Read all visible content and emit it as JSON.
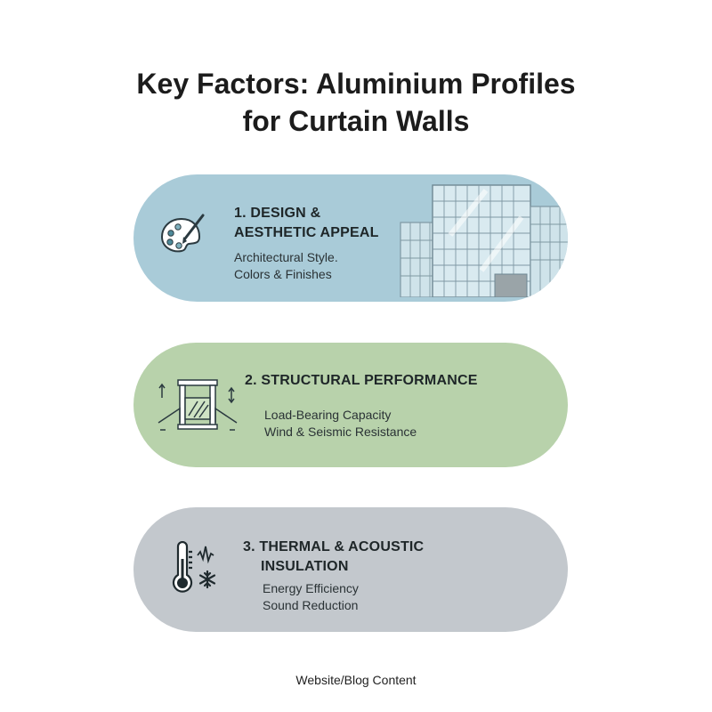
{
  "title": {
    "line1": "Key Factors: Aluminium Profiles",
    "line2": "for Curtain Walls"
  },
  "factors": [
    {
      "title_line1": "1. DESIGN &",
      "title_line2": "AESTHETIC APPEAL",
      "sub_line1": "Architectural Style.",
      "sub_line2": "Colors & Finishes",
      "icon": "palette-icon",
      "color": "#a9cbd8"
    },
    {
      "title_line1": "2. STRUCTURAL PERFORMANCE",
      "sub_line1": "Load-Bearing Capacity",
      "sub_line2": "Wind & Seismic Resistance",
      "icon": "structural-frame-icon",
      "color": "#b8d2ab"
    },
    {
      "title_line1": "3. THERMAL & ACOUSTIC",
      "title_line2": "INSULATION",
      "sub_line1": "Energy Efficiency",
      "sub_line2": "Sound Reduction",
      "icon": "thermometer-icon",
      "color": "#c3c8cd"
    }
  ],
  "footer": "Website/Blog Content"
}
